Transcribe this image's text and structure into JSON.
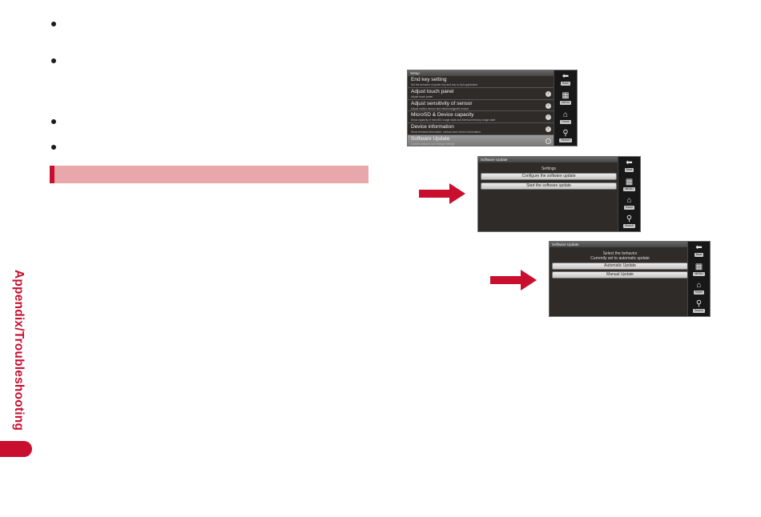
{
  "sidebar_tab": {
    "label": "Appendix/Troubleshooting",
    "color": "#c8102e"
  },
  "section_bar": {
    "color": "#e8a7ab",
    "accent": "#c8102e"
  },
  "nav": {
    "back": {
      "icon": "back-arrow-icon",
      "label": "Back"
    },
    "menu": {
      "icon": "menu-grid-icon",
      "label": "MENU"
    },
    "home": {
      "icon": "home-icon",
      "label": "Home"
    },
    "search": {
      "icon": "search-icon",
      "label": "Search"
    }
  },
  "screen1": {
    "title": "Setup",
    "items": [
      {
        "title": "End key setting",
        "sub": "Set the behavior of power key and key to Quit application",
        "icon": "chevron-right-icon",
        "selected": false
      },
      {
        "title": "Adjust touch panel",
        "sub": "Adjust touch panel",
        "icon": "chevron-right-icon",
        "selected": false
      },
      {
        "title": "Adjust sensitivity of sensor",
        "sub": "Adjust motion sensor and electromagnetic sensor",
        "icon": "chevron-right-icon",
        "selected": false
      },
      {
        "title": "MicroSD & Device capacity",
        "sub": "Show capacity of microSD usage state and internal memory usage state",
        "icon": "chevron-right-icon",
        "selected": false
      },
      {
        "title": "Device information",
        "sub": "Show terminal information, contract and version information",
        "icon": "chevron-right-icon",
        "selected": false
      },
      {
        "title": "Software Update",
        "sub": "Update software and change settings",
        "icon": "chevron-right-icon",
        "selected": true
      }
    ]
  },
  "screen2": {
    "title": "Software Update",
    "header": "Settings",
    "options": [
      "Configure the software update",
      "Start the software update"
    ]
  },
  "screen3": {
    "title": "Software Update",
    "header": "Select the behavior",
    "subheader": "Currently set to automatic update",
    "options": [
      "Automatic Update",
      "Manual Update"
    ]
  },
  "arrow_color": "#c8102e"
}
